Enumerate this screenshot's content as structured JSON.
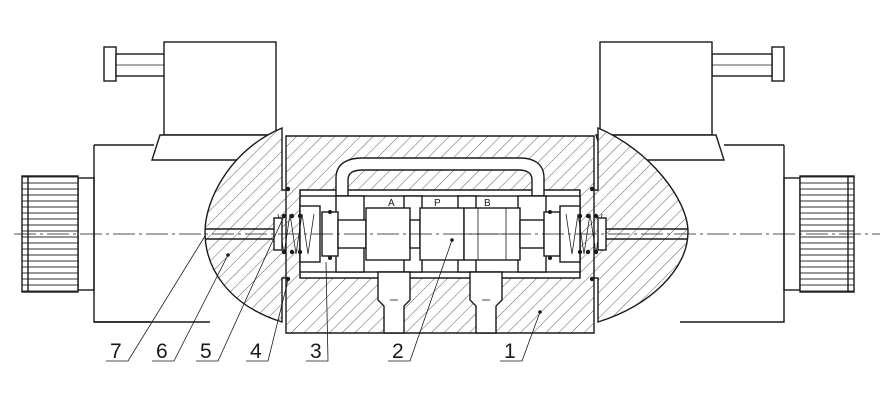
{
  "ports": {
    "a": "A",
    "p": "P",
    "b": "B"
  },
  "callouts": [
    {
      "id": "7",
      "text": "7"
    },
    {
      "id": "6",
      "text": "6"
    },
    {
      "id": "5",
      "text": "5"
    },
    {
      "id": "4",
      "text": "4"
    },
    {
      "id": "3",
      "text": "3"
    },
    {
      "id": "2",
      "text": "2"
    },
    {
      "id": "1",
      "text": "1"
    }
  ]
}
